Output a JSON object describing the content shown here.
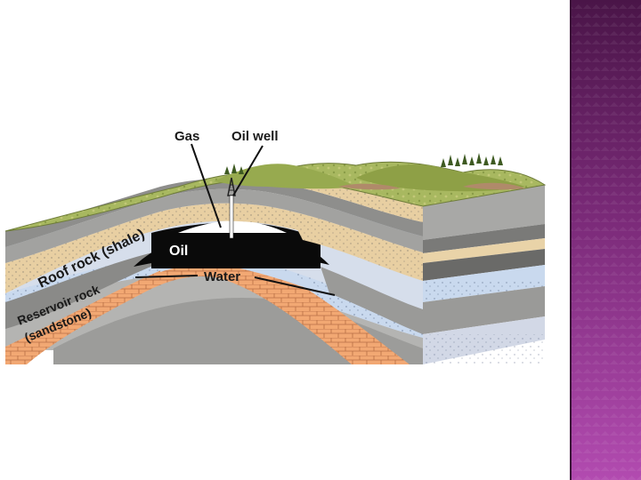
{
  "diagram": {
    "labels": {
      "gas": "Gas",
      "oil_well": "Oil well",
      "oil": "Oil",
      "water": "Water",
      "roof_rock": "Roof rock (shale)",
      "reservoir_rock_line1": "Reservoir rock",
      "reservoir_rock_line2": "(sandstone)"
    }
  },
  "colors": {
    "accent_band": "#7a2a78",
    "oil": "#0a0a0a",
    "water_layer": "#c9d9ee",
    "roof_rock": "#e8cfa2",
    "reservoir_rock": "#f2a873",
    "shale_gray": "#9a9a98",
    "grass": "#a8b860"
  }
}
